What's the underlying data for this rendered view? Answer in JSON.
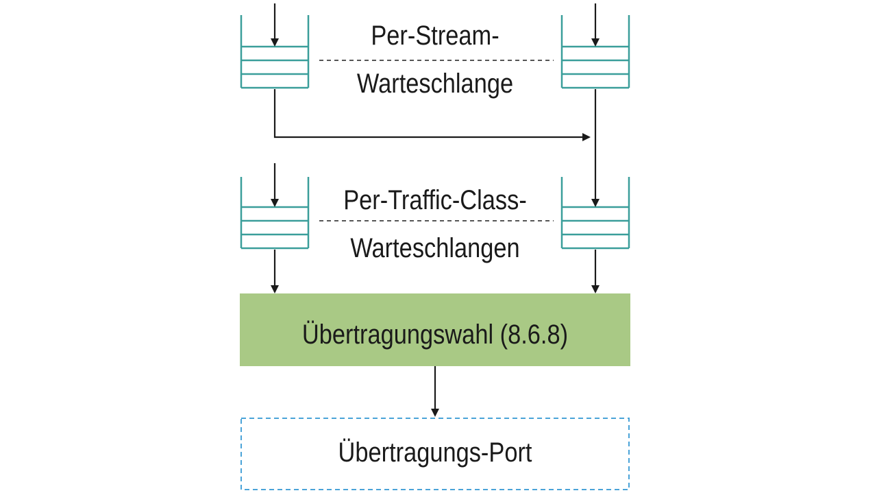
{
  "diagram": {
    "per_stream_queue": {
      "label_line1": "Per-Stream-",
      "label_line2": "Warteschlange"
    },
    "per_traffic_class_queues": {
      "label_line1": "Per-Traffic-Class-",
      "label_line2": "Warteschlangen"
    },
    "transmission_selection": {
      "label": "Übertragungswahl (8.6.8)"
    },
    "transmission_port": {
      "label": "Übertragungs-Port"
    },
    "colors": {
      "queue_stroke": "#3a9e9a",
      "selection_fill": "#a9c985",
      "port_border": "#4aa3d8",
      "arrow": "#1a1a1a",
      "dashed_separator": "#555555"
    }
  }
}
